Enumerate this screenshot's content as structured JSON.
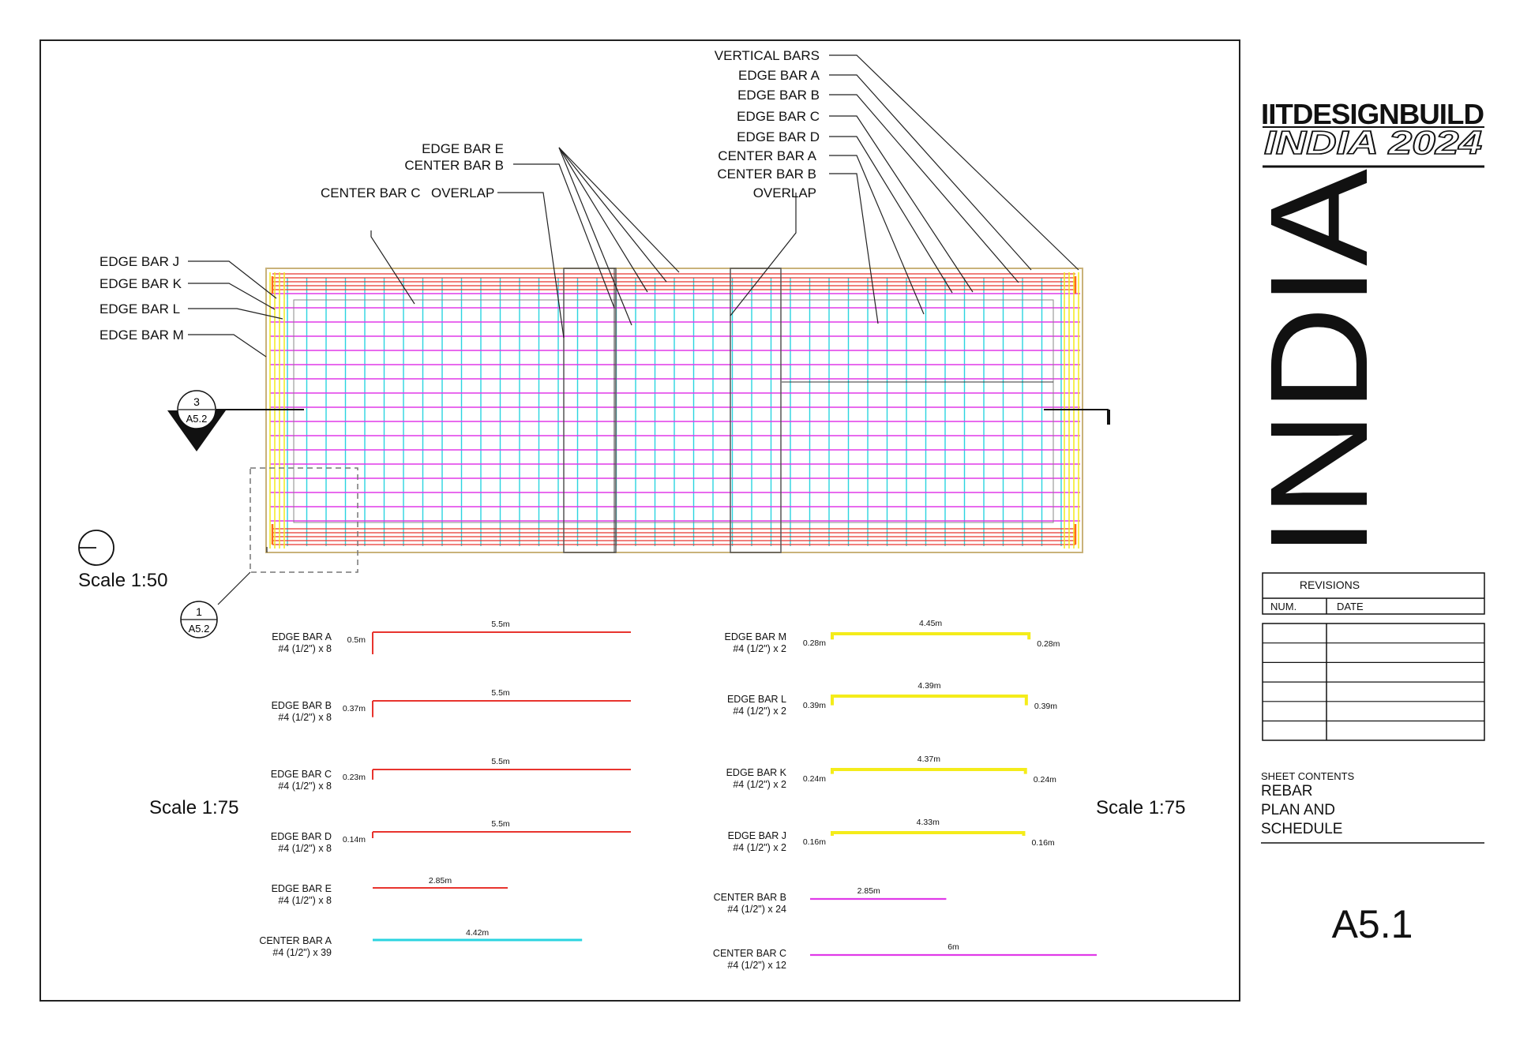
{
  "plan": {
    "callouts_top_right": [
      "VERTICAL BARS",
      "EDGE BAR A",
      "EDGE BAR B",
      "EDGE BAR C",
      "EDGE BAR D",
      "CENTER BAR A",
      "CENTER BAR B",
      "OVERLAP"
    ],
    "callouts_top_mid": [
      "EDGE BAR E",
      "CENTER BAR B"
    ],
    "callout_center_c": "CENTER BAR C",
    "callout_overlap": "OVERLAP",
    "callouts_left": [
      "EDGE BAR J",
      "EDGE BAR K",
      "EDGE BAR L",
      "EDGE BAR M"
    ],
    "section_marker": {
      "number": "3",
      "sheet": "A5.2"
    },
    "detail_marker": {
      "number": "1",
      "sheet": "A5.2"
    },
    "scale_plan": "Scale 1:50"
  },
  "schedule": {
    "scale_left": "Scale 1:75",
    "scale_right": "Scale 1:75",
    "left": [
      {
        "name": "EDGE BAR A",
        "spec": "#4 (1/2\") x 8",
        "hook": "0.5m",
        "length": "5.5m",
        "length_m": 5.5,
        "color": "#e8342e"
      },
      {
        "name": "EDGE BAR B",
        "spec": "#4 (1/2\") x 8",
        "hook": "0.37m",
        "length": "5.5m",
        "length_m": 5.5,
        "color": "#e8342e"
      },
      {
        "name": "EDGE BAR C",
        "spec": "#4 (1/2\") x 8",
        "hook": "0.23m",
        "length": "5.5m",
        "length_m": 5.5,
        "color": "#e8342e"
      },
      {
        "name": "EDGE BAR D",
        "spec": "#4 (1/2\") x 8",
        "hook": "0.14m",
        "length": "5.5m",
        "length_m": 5.5,
        "color": "#e8342e"
      },
      {
        "name": "EDGE BAR E",
        "spec": "#4 (1/2\") x 8",
        "hook": "",
        "length": "2.85m",
        "length_m": 2.85,
        "color": "#e8342e"
      },
      {
        "name": "CENTER BAR A",
        "spec": "#4 (1/2\") x 39",
        "hook": "",
        "length": "4.42m",
        "length_m": 4.42,
        "color": "#2ad4e0"
      }
    ],
    "right": [
      {
        "name": "EDGE BAR M",
        "spec": "#4 (1/2\") x 2",
        "hook": "0.28m",
        "length": "4.45m",
        "length_m": 4.45,
        "color": "#f4ec1a"
      },
      {
        "name": "EDGE BAR L",
        "spec": "#4 (1/2\") x 2",
        "hook": "0.39m",
        "length": "4.39m",
        "length_m": 4.39,
        "color": "#f4ec1a"
      },
      {
        "name": "EDGE BAR K",
        "spec": "#4 (1/2\") x 2",
        "hook": "0.24m",
        "length": "4.37m",
        "length_m": 4.37,
        "color": "#f4ec1a"
      },
      {
        "name": "EDGE BAR J",
        "spec": "#4 (1/2\") x 2",
        "hook": "0.16m",
        "length": "4.33m",
        "length_m": 4.33,
        "color": "#f4ec1a"
      },
      {
        "name": "CENTER BAR B",
        "spec": "#4 (1/2\") x 24",
        "hook": "",
        "length": "2.85m",
        "length_m": 2.85,
        "color": "#e03ae8"
      },
      {
        "name": "CENTER BAR C",
        "spec": "#4 (1/2\") x 12",
        "hook": "",
        "length": "6m",
        "length_m": 6,
        "color": "#e03ae8"
      }
    ]
  },
  "titleblock": {
    "brand_line1": "IITDESIGNBUILD",
    "brand_line2": "INDIA 2024",
    "big_word": "INDIA",
    "revisions_title": "REVISIONS",
    "col_num": "NUM.",
    "col_date": "DATE",
    "sheet_contents_label": "SHEET CONTENTS",
    "contents_lines": [
      "REBAR",
      "PLAN AND",
      "SCHEDULE"
    ],
    "sheet_number": "A5.1"
  },
  "colors": {
    "edge_red": "#e8342e",
    "center_cyan": "#2ad4e0",
    "center_magenta": "#e03ae8",
    "edge_yellow": "#f4ec1a",
    "hook_orange": "#ff6a1a"
  }
}
